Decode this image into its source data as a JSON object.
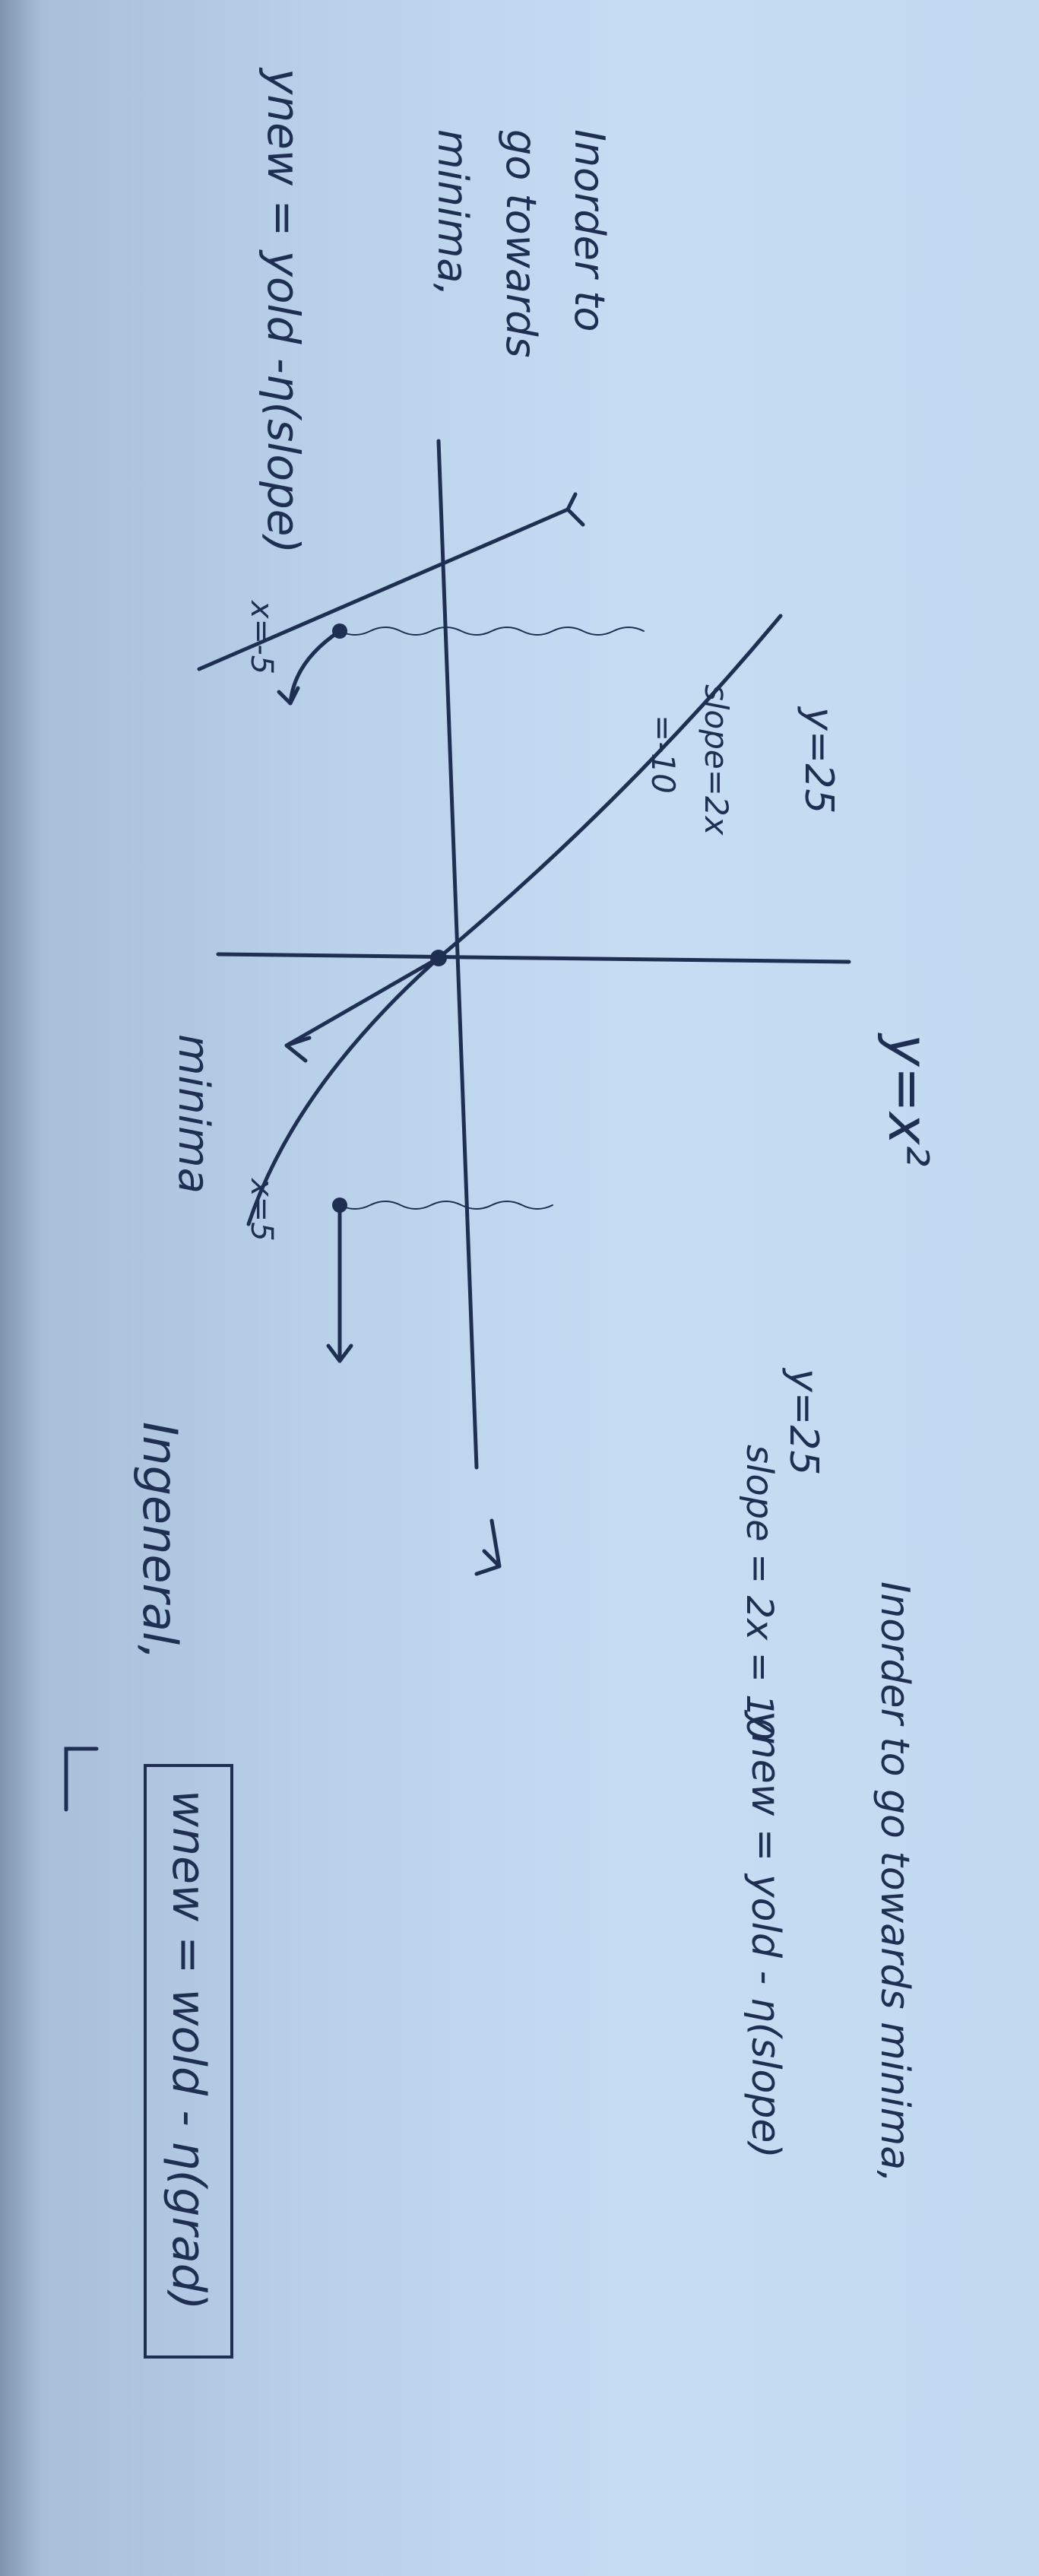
{
  "title": "y=x²",
  "left_note": {
    "lines": [
      "Inorder to",
      "go towards",
      "minima,"
    ],
    "formula": "ynew = yold -η(slope)"
  },
  "graph": {
    "x_neg_label": "x=-5",
    "x_pos_label": "x=5",
    "left_point_y": "y=25",
    "left_slope_line1": "slope=2x",
    "left_slope_line2": "=-10",
    "minima_label": "minima"
  },
  "right_note": {
    "y_value": "y=25",
    "slope": "slope = 2x = 10",
    "inorder": "Inorder to go towards minima,",
    "formula": "ynew = yold - η(slope)"
  },
  "general": {
    "label": "Ingeneral,",
    "formula": "wnew = wold - η(grad)"
  },
  "colors": {
    "ink": "#1e2f52",
    "paper": "#c6dcf3"
  }
}
